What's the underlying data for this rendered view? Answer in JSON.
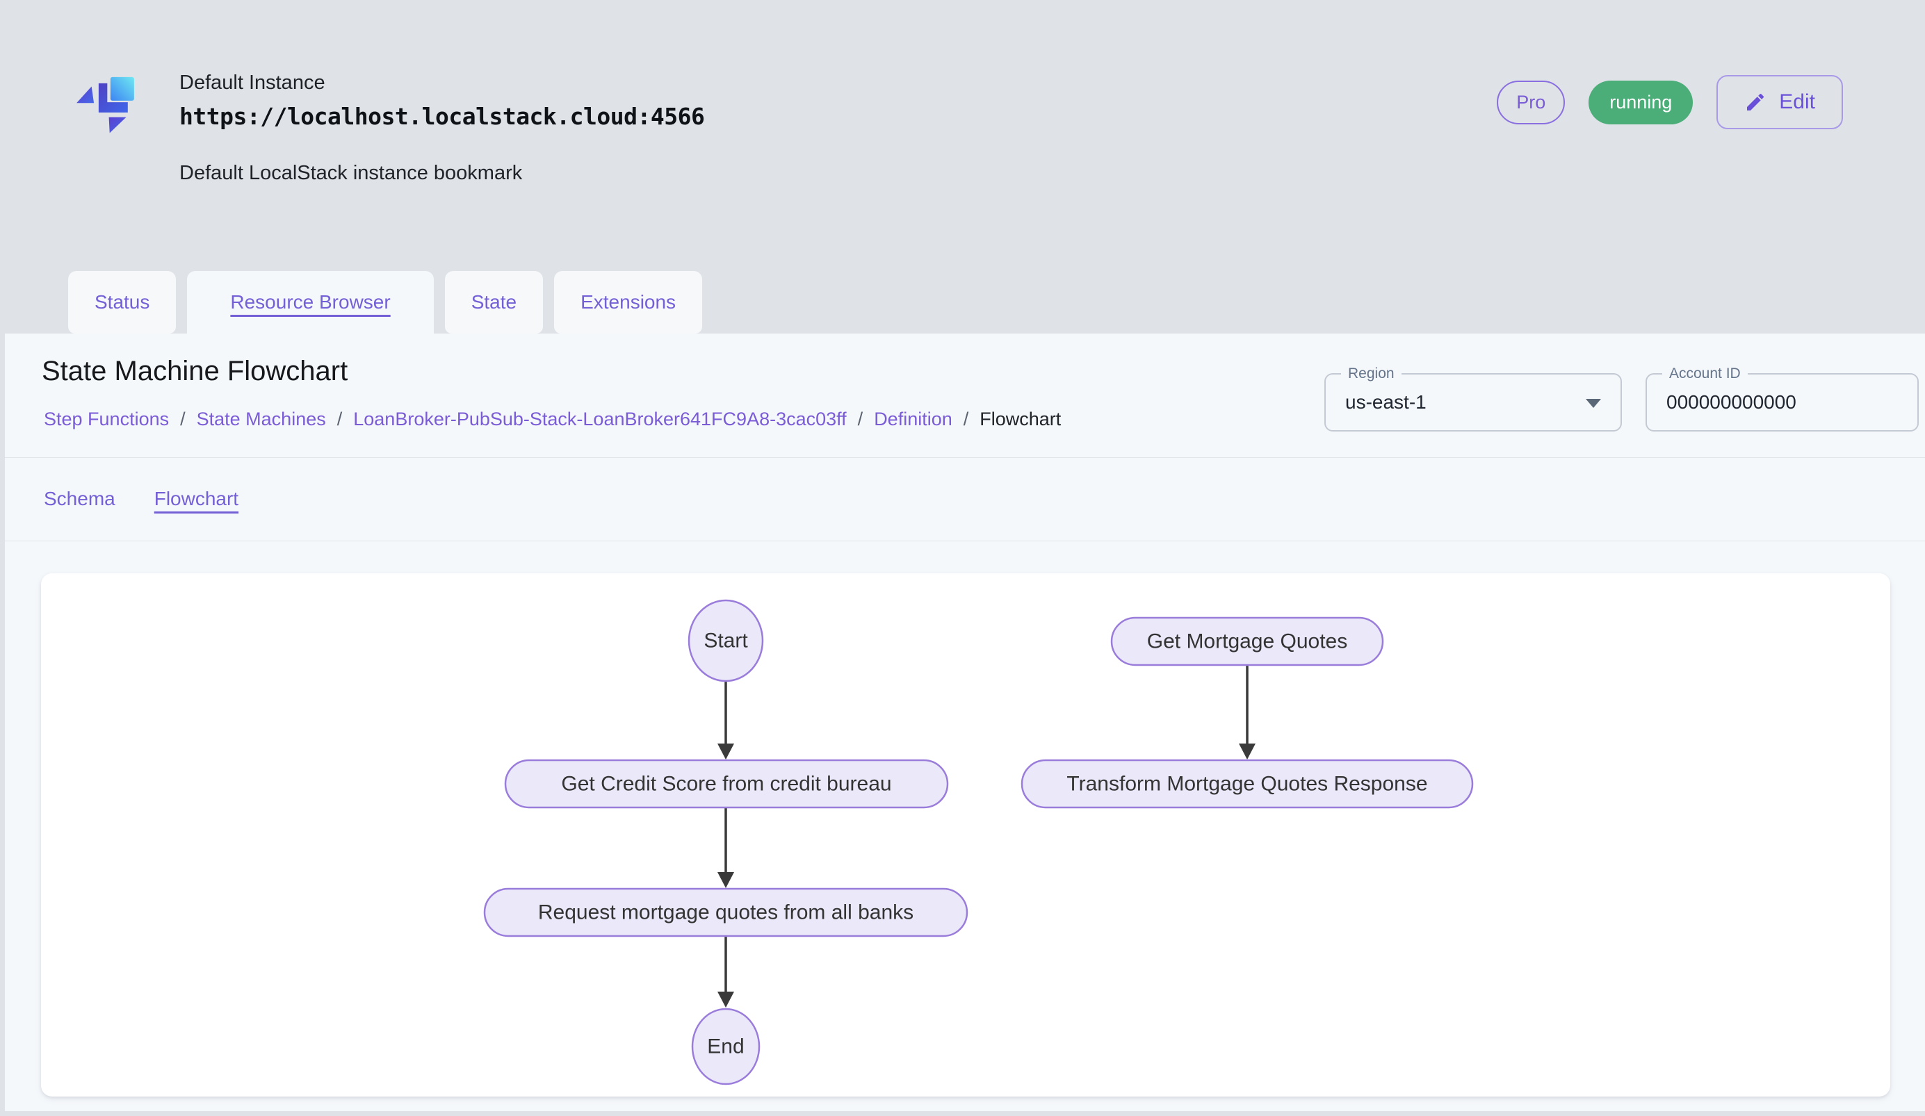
{
  "instance": {
    "name": "Default Instance",
    "url": "https://localhost.localstack.cloud:4566",
    "description": "Default LocalStack instance bookmark",
    "pro_label": "Pro",
    "status": "running",
    "edit_label": "Edit"
  },
  "tabs": {
    "items": [
      {
        "label": "Status",
        "active": false
      },
      {
        "label": "Resource Browser",
        "active": true
      },
      {
        "label": "State",
        "active": false
      },
      {
        "label": "Extensions",
        "active": false
      }
    ]
  },
  "page": {
    "title": "State Machine Flowchart",
    "breadcrumb": [
      "Step Functions",
      "State Machines",
      "LoanBroker-PubSub-Stack-LoanBroker641FC9A8-3cac03ff",
      "Definition",
      "Flowchart"
    ],
    "breadcrumb_separator": "/",
    "region": {
      "label": "Region",
      "value": "us-east-1"
    },
    "account": {
      "label": "Account ID",
      "value": "000000000000"
    },
    "subtabs": [
      {
        "label": "Schema",
        "active": false
      },
      {
        "label": "Flowchart",
        "active": true
      }
    ]
  },
  "flowchart": {
    "nodes": {
      "start": "Start",
      "credit": "Get Credit Score from credit bureau",
      "request": "Request mortgage quotes from all banks",
      "end": "End",
      "mortgage": "Get Mortgage Quotes",
      "transform": "Transform Mortgage Quotes Response"
    }
  },
  "colors": {
    "accent": "#7a5cd6",
    "status_green": "#4bae78",
    "node_fill": "#ebe8fa",
    "node_border": "#9a7cdb",
    "arrow": "#3a3a3a",
    "page_bg": "#dfe2e7",
    "panel_bg": "#f5f8fb"
  }
}
